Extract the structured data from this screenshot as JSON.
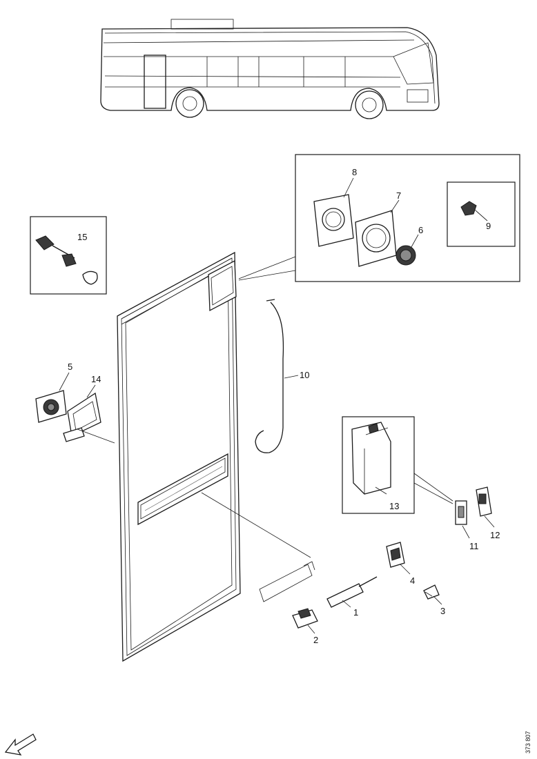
{
  "diagram": {
    "callouts": [
      {
        "id": "p1",
        "text": "1"
      },
      {
        "id": "p2",
        "text": "2"
      },
      {
        "id": "p3",
        "text": "3"
      },
      {
        "id": "p4",
        "text": "4"
      },
      {
        "id": "p5",
        "text": "5"
      },
      {
        "id": "p6",
        "text": "6"
      },
      {
        "id": "p7",
        "text": "7"
      },
      {
        "id": "p8",
        "text": "8"
      },
      {
        "id": "p9",
        "text": "9"
      },
      {
        "id": "p10",
        "text": "10"
      },
      {
        "id": "p11",
        "text": "11"
      },
      {
        "id": "p12",
        "text": "12"
      },
      {
        "id": "p13",
        "text": "13"
      },
      {
        "id": "p14",
        "text": "14"
      },
      {
        "id": "p15",
        "text": "15"
      }
    ],
    "reference_code": "373 807",
    "icons": [
      "bus-icon",
      "direction-arrow-icon"
    ]
  }
}
